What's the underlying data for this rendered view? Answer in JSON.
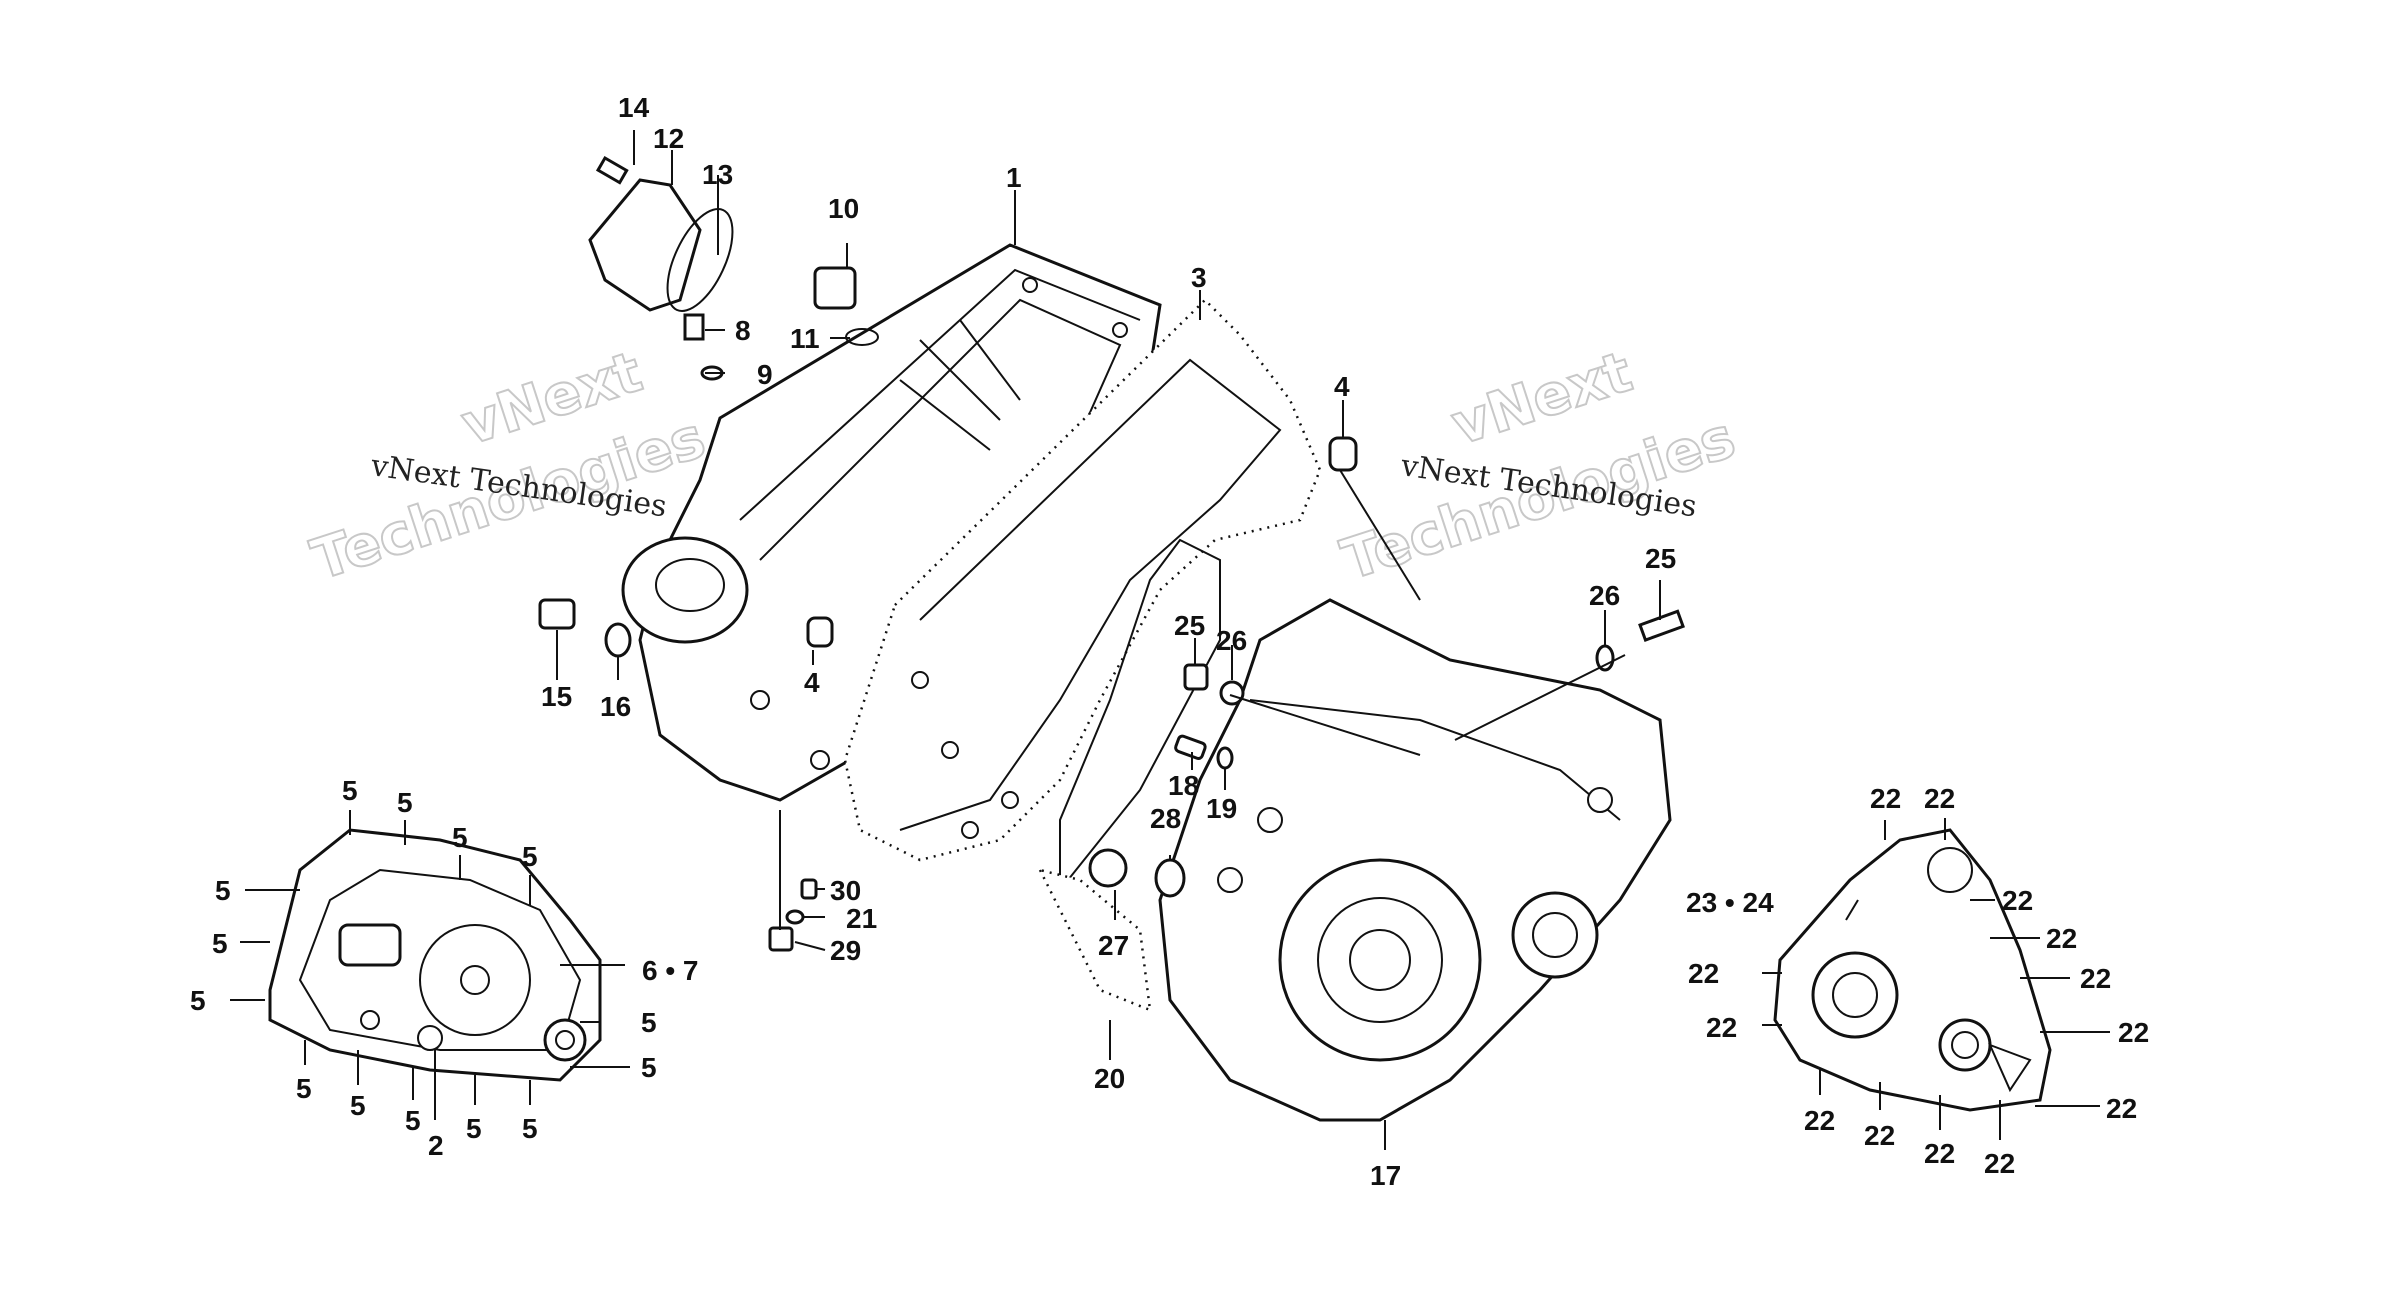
{
  "colors": {
    "ink": "#111111",
    "watermark_outline": "#c8c8c8",
    "background": "#ffffff"
  },
  "watermark": {
    "small_text": "vNext Technologies",
    "big_line1": "vNext",
    "big_line2": "Technologies"
  },
  "callouts": {
    "c1": "1",
    "c2": "2",
    "c3": "3",
    "c4a": "4",
    "c4b": "4",
    "c5": "5",
    "c67": "6 • 7",
    "c8": "8",
    "c9": "9",
    "c10": "10",
    "c11": "11",
    "c12": "12",
    "c13": "13",
    "c14": "14",
    "c15": "15",
    "c16": "16",
    "c17": "17",
    "c18": "18",
    "c19": "19",
    "c20": "20",
    "c21": "21",
    "c22": "22",
    "c2324": "23 • 24",
    "c25": "25",
    "c26": "26",
    "c27": "27",
    "c28": "28",
    "c29": "29",
    "c30": "30"
  }
}
